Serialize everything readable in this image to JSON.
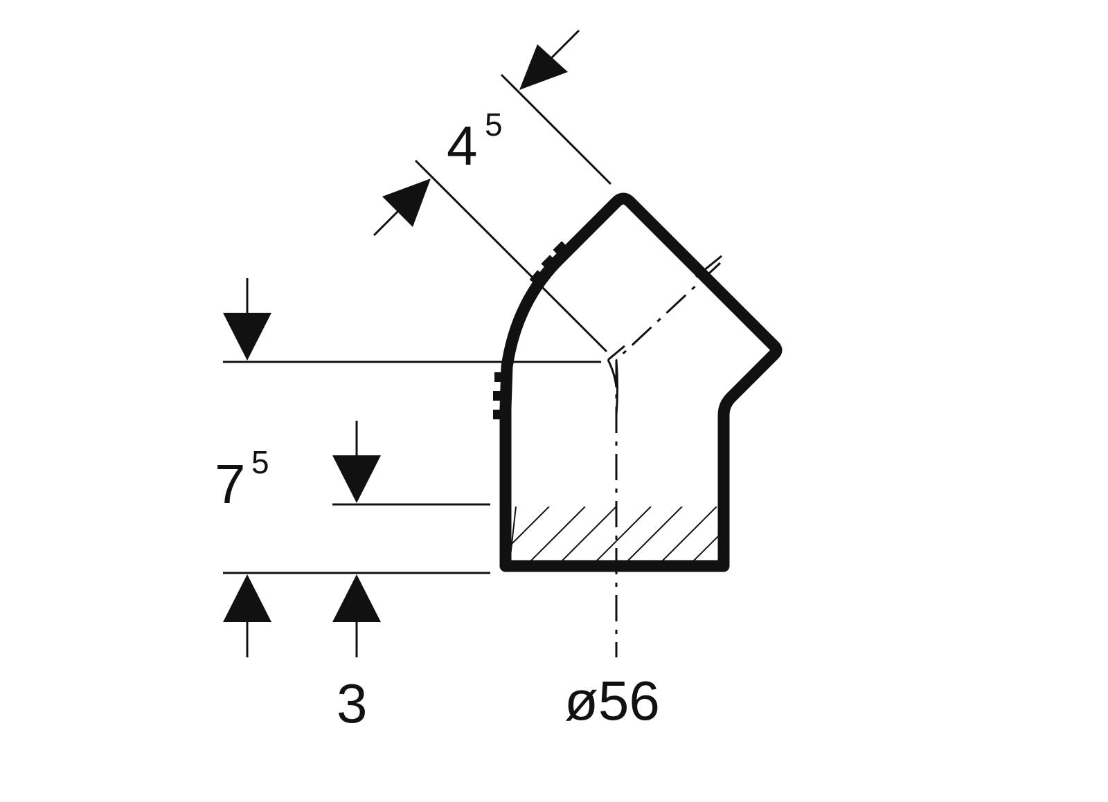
{
  "drawing": {
    "dimensions": {
      "angle_label": "4",
      "angle_sup": "5",
      "height_label": "7",
      "height_sup": "5",
      "base_label": "3",
      "diameter_label": "ø56"
    },
    "colors": {
      "ink": "#111111",
      "background": "#ffffff"
    }
  }
}
